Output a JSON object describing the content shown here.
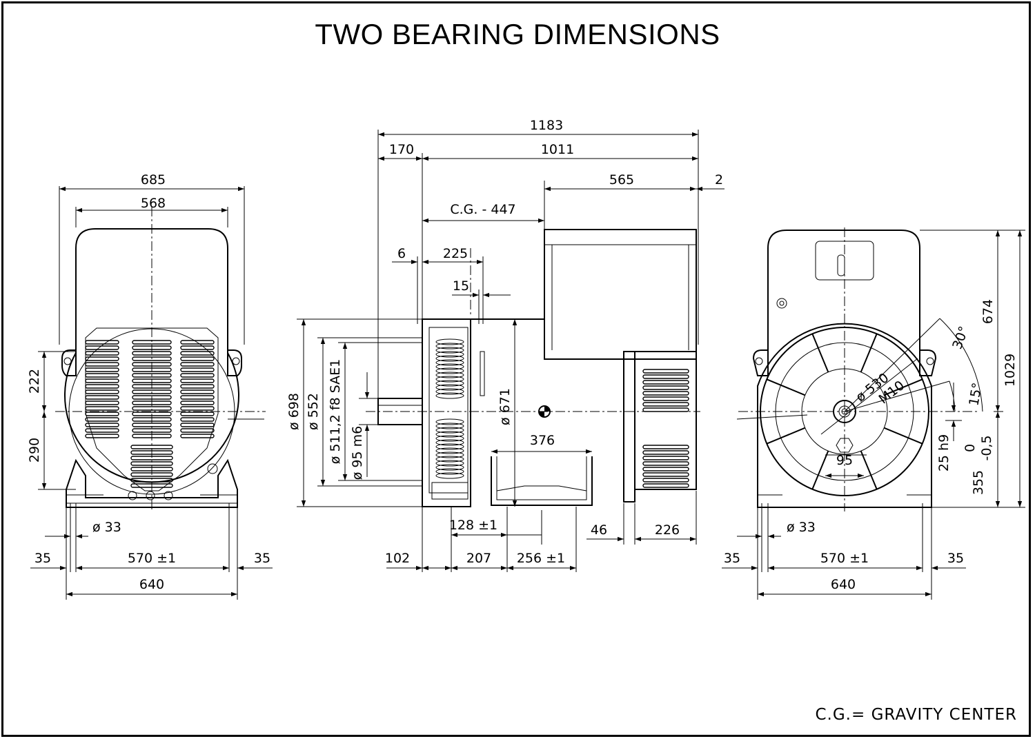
{
  "title": "TWO BEARING DIMENSIONS",
  "footnote": "C.G.= GRAVITY CENTER",
  "front_view": {
    "width_overall": "685",
    "width_top": "568",
    "height_upper": "222",
    "height_lower": "290",
    "hole_dia": "ø 33",
    "foot_span": "570 ±1",
    "foot_left": "35",
    "foot_right": "35",
    "base_width": "640"
  },
  "side_view": {
    "length_overall": "1183",
    "flange_offset": "170",
    "body_length": "1011",
    "rear_length": "565",
    "rear_offset": "2",
    "cg_distance": "C.G. -  447",
    "d_6": "6",
    "d_225": "225",
    "d_15": "15",
    "dia_698": "ø 698",
    "dia_552": "ø 552",
    "dia_spigot": "ø 511,2  f8  SAE1",
    "dia_shaft": "ø 95 m6",
    "dia_671": "ø 671",
    "d_376": "376",
    "d_128": "128 ±1",
    "d_46": "46",
    "d_226": "226",
    "d_102": "102",
    "d_207": "207",
    "d_256": "256 ±1"
  },
  "end_view": {
    "height_top": "674",
    "height_total": "1029",
    "angle_30": "30°",
    "angle_15": "15°",
    "dia_530": "ø 530",
    "thread": "M10",
    "d_95": "95",
    "key_width": "25 h9",
    "shaft_height": "355",
    "tol_upper": "0",
    "tol_lower": "-0,5",
    "hole_dia": "ø 33",
    "foot_left": "35",
    "foot_span": "570 ±1",
    "foot_right": "35",
    "base_width": "640"
  }
}
